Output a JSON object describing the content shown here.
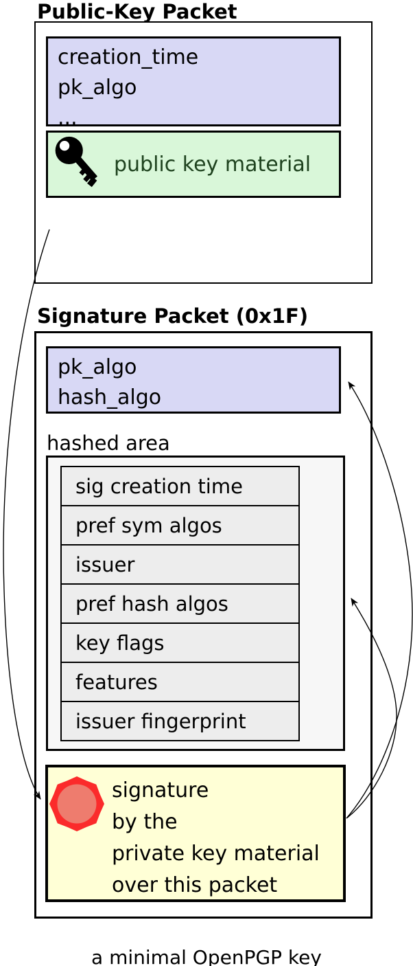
{
  "diagram": {
    "public_key_packet": {
      "title": "Public-Key Packet",
      "fields": [
        "creation_time",
        "pk_algo",
        "..."
      ],
      "material_label": "public key material"
    },
    "signature_packet": {
      "title": "Signature Packet (0x1F)",
      "fields": [
        "pk_algo",
        "hash_algo"
      ],
      "hashed_area_label": "hashed area",
      "subpackets": [
        "sig creation time",
        "pref sym algos",
        "issuer",
        "pref hash algos",
        "key flags",
        "features",
        "issuer fingerprint"
      ],
      "signature_lines": [
        "signature",
        "by the",
        "private key material",
        "over this packet"
      ]
    },
    "caption": "a minimal OpenPGP key",
    "icons": {
      "key": "key-icon",
      "seal": "seal-icon"
    },
    "colors": {
      "field_box_bg": "#d8d8f5",
      "key_material_bg": "#d9f7d9",
      "key_material_text": "#1e421e",
      "hashed_area_bg": "#f7f7f7",
      "subpacket_row_bg": "#ededed",
      "signature_bg": "#ffffd6",
      "seal_ring": "#fb2b2b",
      "seal_fill": "#ee7c6e",
      "outline": "#000000"
    }
  }
}
